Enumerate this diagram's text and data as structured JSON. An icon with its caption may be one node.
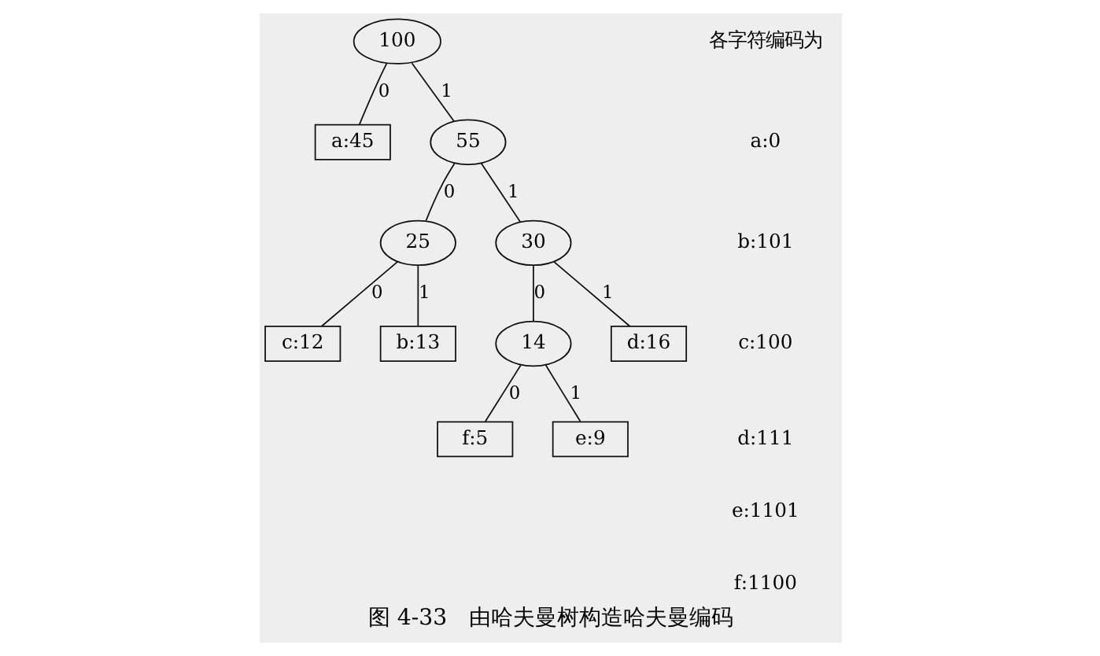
{
  "diagram": {
    "caption": "图 4-33　由哈夫曼树构造哈夫曼编码",
    "nodes": [
      {
        "text": [
          "100"
        ]
      },
      {
        "text": [
          "a:45"
        ]
      },
      {
        "text": [
          "55"
        ]
      },
      {
        "text": [
          "25"
        ]
      },
      {
        "text": [
          "30"
        ]
      },
      {
        "text": [
          "c:12"
        ]
      },
      {
        "text": [
          "b:13"
        ]
      },
      {
        "text": [
          "14"
        ]
      },
      {
        "text": [
          "d:16"
        ]
      },
      {
        "text": [
          "f:5"
        ]
      },
      {
        "text": [
          "e:9"
        ]
      }
    ],
    "edges": [
      {
        "from": 0,
        "to": 1,
        "arrow": "none",
        "label": "0"
      },
      {
        "from": 0,
        "to": 2,
        "arrow": "none",
        "label": "1"
      },
      {
        "from": 2,
        "to": 3,
        "arrow": "none",
        "label": "0"
      },
      {
        "from": 2,
        "to": 4,
        "arrow": "none",
        "label": "1"
      },
      {
        "from": 3,
        "to": 5,
        "arrow": "none",
        "label": "0"
      },
      {
        "from": 3,
        "to": 6,
        "arrow": "none",
        "label": "1"
      },
      {
        "from": 4,
        "to": 7,
        "arrow": "none",
        "label": "0"
      },
      {
        "from": 4,
        "to": 8,
        "arrow": "none",
        "label": "1"
      },
      {
        "from": 7,
        "to": 9,
        "arrow": "none",
        "label": "0"
      },
      {
        "from": 7,
        "to": 10,
        "arrow": "none",
        "label": "1"
      }
    ],
    "labels": [
      "各字符编码为",
      "a:0",
      "b:101",
      "c:100",
      "d:111",
      "e:1101",
      "f:1100"
    ]
  }
}
